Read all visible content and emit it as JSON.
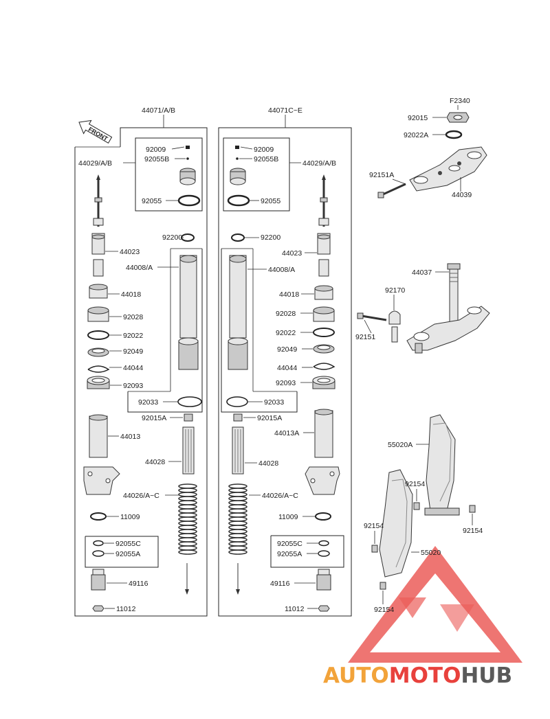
{
  "diagram": {
    "front_badge": "FRONT",
    "headers": {
      "left_fork": "44071/A/B",
      "right_fork": "44071C~E",
      "top_nut": "F2340"
    },
    "labels": {
      "l_92009": "92009",
      "l_92055B": "92055B",
      "l_44029": "44029/A/B",
      "l_92055": "92055",
      "l_92200": "92200",
      "l_44023": "44023",
      "l_44008": "44008/A",
      "l_44018": "44018",
      "l_92028": "92028",
      "l_92022": "92022",
      "l_92049": "92049",
      "l_44044": "44044",
      "l_92093": "92093",
      "l_92033": "92033",
      "l_92015A": "92015A",
      "l_44013": "44013",
      "l_44028": "44028",
      "l_44026": "44026/A~C",
      "l_11009": "11009",
      "l_92055C": "92055C",
      "l_92055A": "92055A",
      "l_49116": "49116",
      "l_11012": "11012",
      "r_92009": "92009",
      "r_92055B": "92055B",
      "r_44029": "44029/A/B",
      "r_92055": "92055",
      "r_92200": "92200",
      "r_44023": "44023",
      "r_44008": "44008/A",
      "r_44018": "44018",
      "r_92028": "92028",
      "r_92022": "92022",
      "r_92049": "92049",
      "r_44044": "44044",
      "r_92093": "92093",
      "r_92033": "92033",
      "r_92015A": "92015A",
      "r_44013A": "44013A",
      "r_44028": "44028",
      "r_44026": "44026/A~C",
      "r_11009": "11009",
      "r_92055C": "92055C",
      "r_92055A": "92055A",
      "r_49116": "49116",
      "r_11012": "11012",
      "t_92015": "92015",
      "t_92022A": "92022A",
      "t_92151A": "92151A",
      "t_44039": "44039",
      "t_44037": "44037",
      "t_92170": "92170",
      "t_92151": "92151",
      "g_55020A": "55020A",
      "g_92154a": "92154",
      "g_92154b": "92154",
      "g_92154c": "92154",
      "g_92154d": "92154",
      "g_55020": "55020"
    }
  },
  "watermark": {
    "part1": "AUTO",
    "part2": "MOTO",
    "part3": "HUB",
    "colors": {
      "orange": "#f2a33a",
      "red": "#e8413c",
      "gray": "#5a5a5a"
    }
  }
}
